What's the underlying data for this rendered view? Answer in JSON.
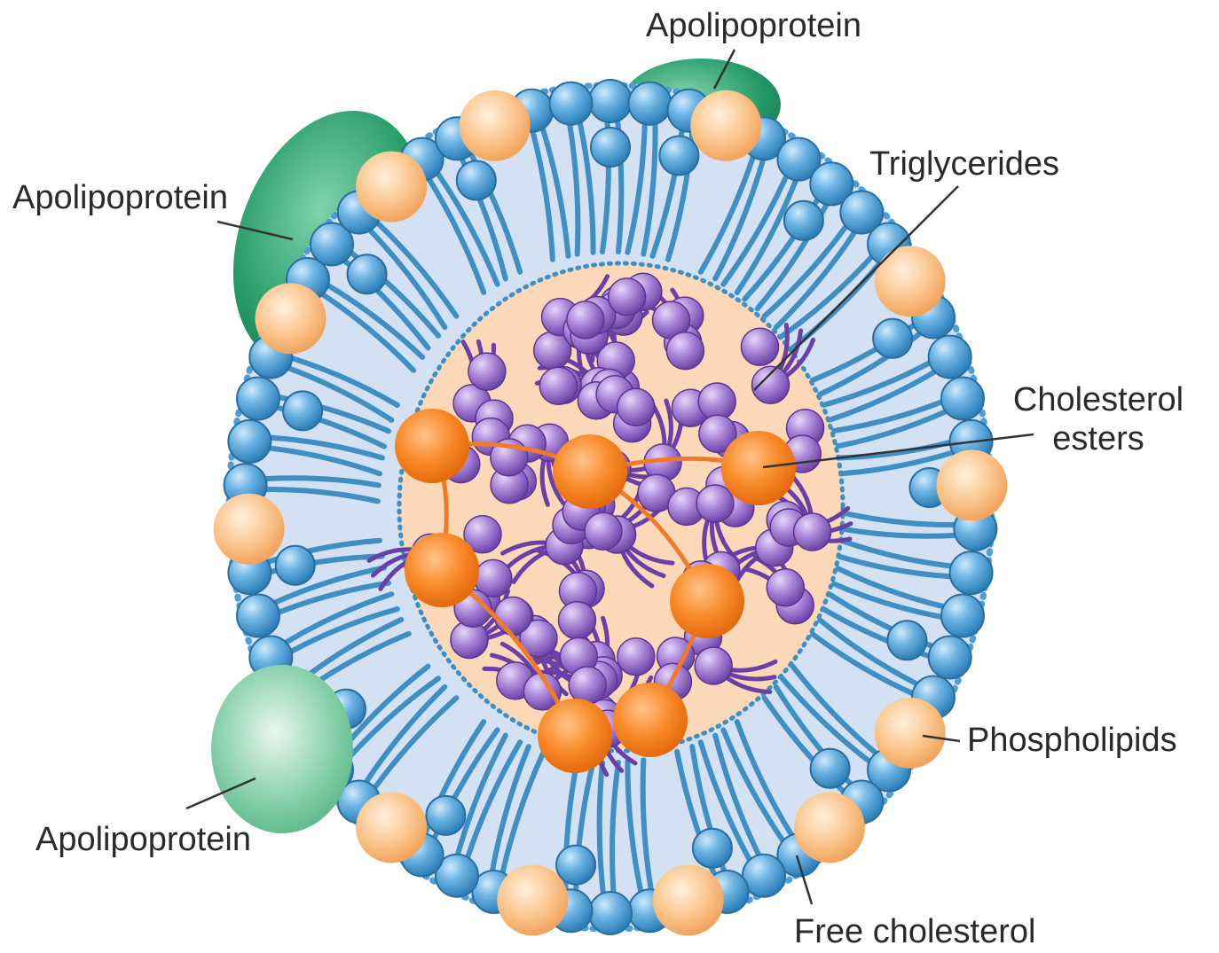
{
  "labels": {
    "apolipoprotein_top": "Apolipoprotein",
    "apolipoprotein_left": "Apolipoprotein",
    "apolipoprotein_bottom": "Apolipoprotein",
    "triglycerides": "Triglycerides",
    "cholesterol_esters_line1": "Cholesterol",
    "cholesterol_esters_line2": "esters",
    "phospholipids": "Phospholipids",
    "free_cholesterol": "Free cholesterol"
  },
  "colors": {
    "shell_fill": "#d4e1f3",
    "phospholipid_head": "#4d9fd6",
    "phospholipid_tail": "#3d8fc4",
    "core_fill": "#fbd8b8",
    "triglyceride": "#9a6fc9",
    "triglyceride_tail": "#6a3fa8",
    "cholesterol_ester": "#f7821f",
    "free_cholesterol": "#f9b777",
    "apolipoprotein": "#2fa36e"
  }
}
